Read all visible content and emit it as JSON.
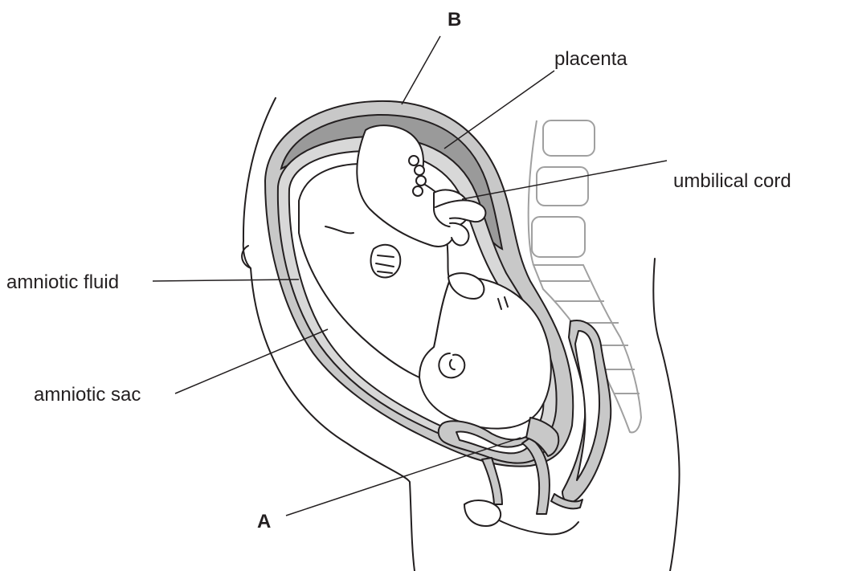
{
  "labels": {
    "b": "B",
    "placenta": "placenta",
    "umbilical_cord": "umbilical cord",
    "amniotic_fluid": "amniotic fluid",
    "amniotic_sac": "amniotic sac",
    "a": "A"
  },
  "colors": {
    "line": "#231f20",
    "uterus_wall": "#c8c8c8",
    "placenta": "#9a9a9a",
    "spine_outline": "#a0a0a0",
    "background": "#ffffff"
  }
}
